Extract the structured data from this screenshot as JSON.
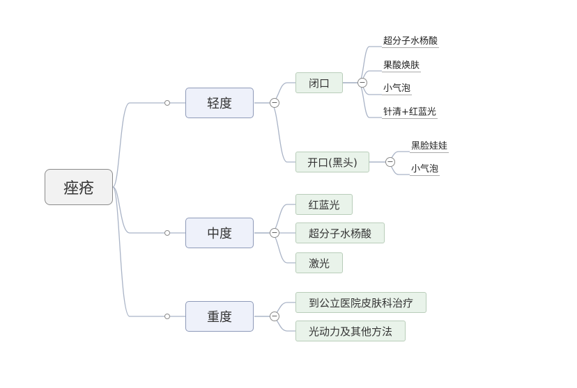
{
  "root": {
    "label": "痤疮"
  },
  "branches": [
    {
      "label": "轻度",
      "children": [
        {
          "label": "闭口",
          "items": [
            "超分子水杨酸",
            "果酸焕肤",
            "小气泡",
            "针清+红蓝光"
          ]
        },
        {
          "label": "开口(黑头)",
          "items": [
            "黑脸娃娃",
            "小气泡"
          ]
        }
      ]
    },
    {
      "label": "中度",
      "children": [
        {
          "label": "红蓝光"
        },
        {
          "label": "超分子水杨酸"
        },
        {
          "label": "激光"
        }
      ]
    },
    {
      "label": "重度",
      "children": [
        {
          "label": "到公立医院皮肤科治疗"
        },
        {
          "label": "光动力及其他方法"
        }
      ]
    }
  ],
  "collapse_symbol": "−",
  "colors": {
    "line": "#a9b3c6",
    "root_fill": "#f2f2f2",
    "level1_fill": "#eef1fa",
    "level2_fill": "#e9f3ea"
  }
}
